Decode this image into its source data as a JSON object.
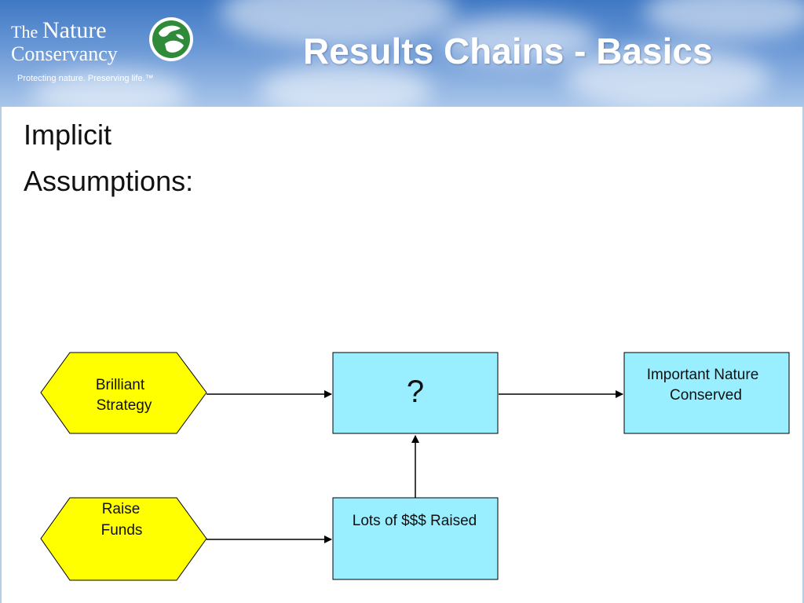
{
  "header": {
    "logo": {
      "the": "The",
      "nature": "Nature",
      "conservancy": "Conservancy",
      "tagline": "Protecting nature. Preserving life.™",
      "globe_icon": "globe-icon"
    },
    "title": "Results Chains - Basics"
  },
  "body": {
    "line1": "Implicit",
    "line2": "Assumptions:"
  },
  "diagram": {
    "nodes": {
      "brilliant_strategy": {
        "line1": "Brilliant",
        "line2": "Strategy"
      },
      "raise_funds": {
        "line1": "Raise",
        "line2": "Funds"
      },
      "unknown": {
        "label": "?"
      },
      "lots_raised": {
        "label": "Lots of $$$ Raised"
      },
      "important_nature": {
        "line1": "Important Nature",
        "line2": "Conserved"
      }
    },
    "colors": {
      "strategy_fill": "#ffff00",
      "result_fill": "#99eeff",
      "stroke": "#000000"
    }
  }
}
